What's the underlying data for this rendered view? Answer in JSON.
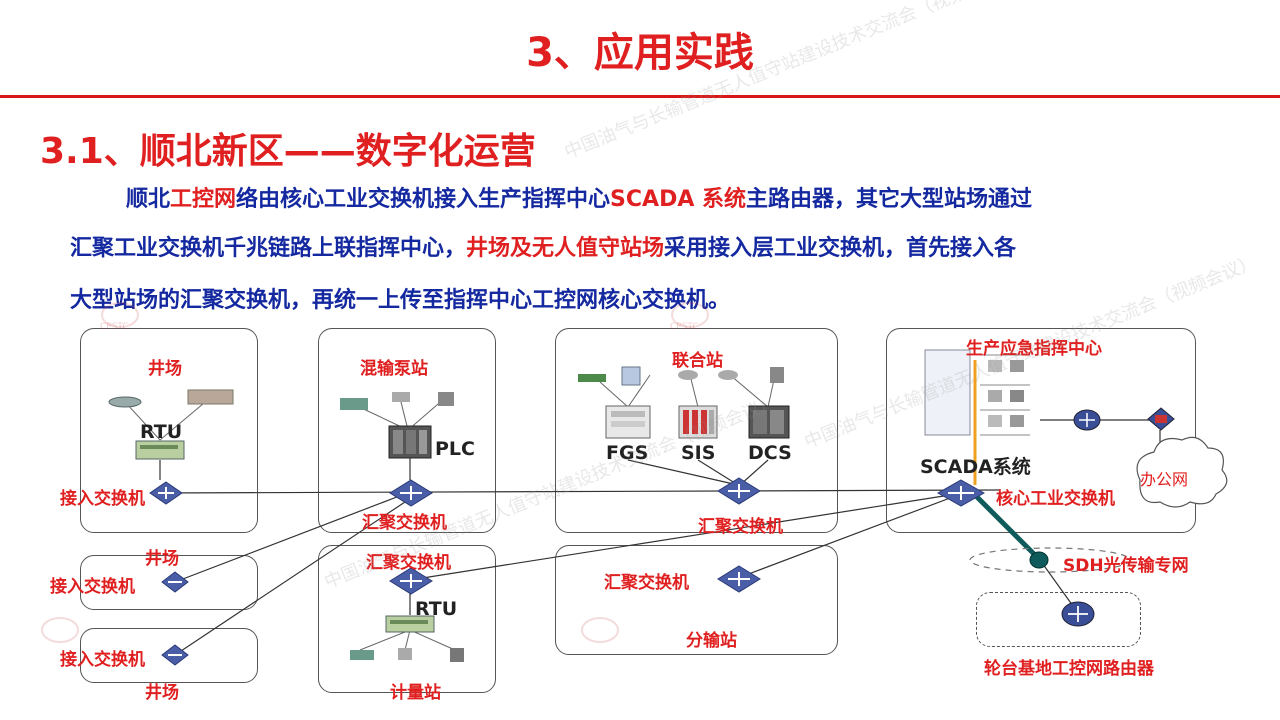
{
  "header": {
    "title": "3、应用实践",
    "section_title": "3.1、顺北新区——数字化运营"
  },
  "paragraph": {
    "line1": [
      {
        "text": "顺北",
        "red": false
      },
      {
        "text": "工控网",
        "red": true
      },
      {
        "text": "络由核心工业交换机接入生产指挥中心",
        "red": false
      },
      {
        "text": "SCADA 系统",
        "red": true
      },
      {
        "text": "主路由器，其它大型站场通过",
        "red": false
      }
    ],
    "line2": [
      {
        "text": "汇聚工业交换机千兆链路上联指挥中心，",
        "red": false
      },
      {
        "text": "井场及无人值守站场",
        "red": true
      },
      {
        "text": "采用接入层工业交换机，首先接入各",
        "red": false
      }
    ],
    "line3": [
      {
        "text": "大型站场的汇聚交换机，再统一上传至指挥中心工控网核心交换机。",
        "red": false
      }
    ]
  },
  "diagram": {
    "wellsite_main": {
      "title": "井场",
      "device": "RTU",
      "switch": "接入交换机"
    },
    "wellsite_2": {
      "title": "井场",
      "switch": "接入交换机"
    },
    "wellsite_3": {
      "title": "井场",
      "switch": "接入交换机"
    },
    "pump_station": {
      "title": "混输泵站",
      "device": "PLC",
      "switch": "汇聚交换机"
    },
    "metering_station": {
      "title": "计量站",
      "device": "RTU",
      "switch": "汇聚交换机"
    },
    "joint_station": {
      "title": "联合站",
      "devices": [
        "FGS",
        "SIS",
        "DCS"
      ],
      "switch": "汇聚交换机"
    },
    "transfer_station": {
      "title": "分输站",
      "switch": "汇聚交换机"
    },
    "command_center": {
      "title": "生产应急指挥中心",
      "scada": "SCADA系统",
      "core_switch": "核心工业交换机",
      "office_net": "办公网"
    },
    "sdh": {
      "label": "SDH光传输专网"
    },
    "base_router": {
      "label": "轮台基地工控网路由器"
    }
  },
  "watermark": {
    "text": "中国油气与长输管道无人值守站建设技术交流会（视频会议）",
    "logo": "CPSTC"
  },
  "colors": {
    "title_red": "#e02020",
    "body_blue": "#1428a0",
    "rule_red": "#d81818",
    "switch_blue": "#4a5ea8",
    "bus_orange": "#f0a020"
  }
}
